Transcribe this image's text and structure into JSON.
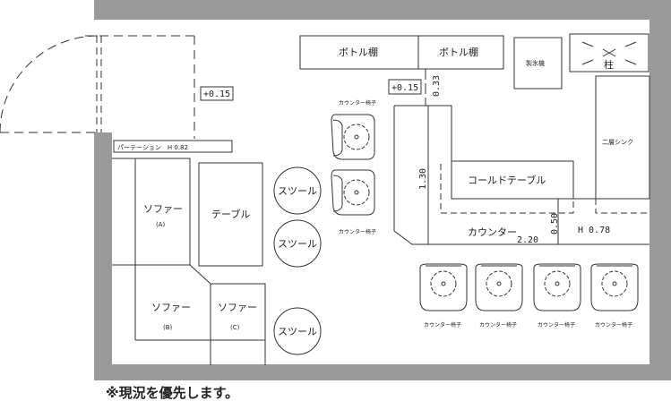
{
  "colors": {
    "wall": "#9a9a9a",
    "line": "#333333"
  },
  "labels": {
    "bottle_shelf_1": "ボトル棚",
    "bottle_shelf_2": "ボトル棚",
    "ice_machine": "製氷機",
    "pillar": "柱",
    "double_sink": "二層シンク",
    "cold_table": "コールドテーブル",
    "counter": "カウンター",
    "counter_chair": "カウンター椅子",
    "stool": "スツール",
    "table": "テーブル",
    "sofa": "ソファー",
    "sofa_a": "(A)",
    "sofa_b": "(B)",
    "sofa_c": "(C)",
    "partition": "パーテーション　H 0.82"
  },
  "dimensions": {
    "step_left": "+0.15",
    "step_right": "+0.15",
    "gap": "0.33",
    "counter_depth": "1.30",
    "counter_length": "2.20",
    "counter_width": "0.50",
    "counter_height": "H 0.78"
  },
  "note": "※現況を優先します。"
}
